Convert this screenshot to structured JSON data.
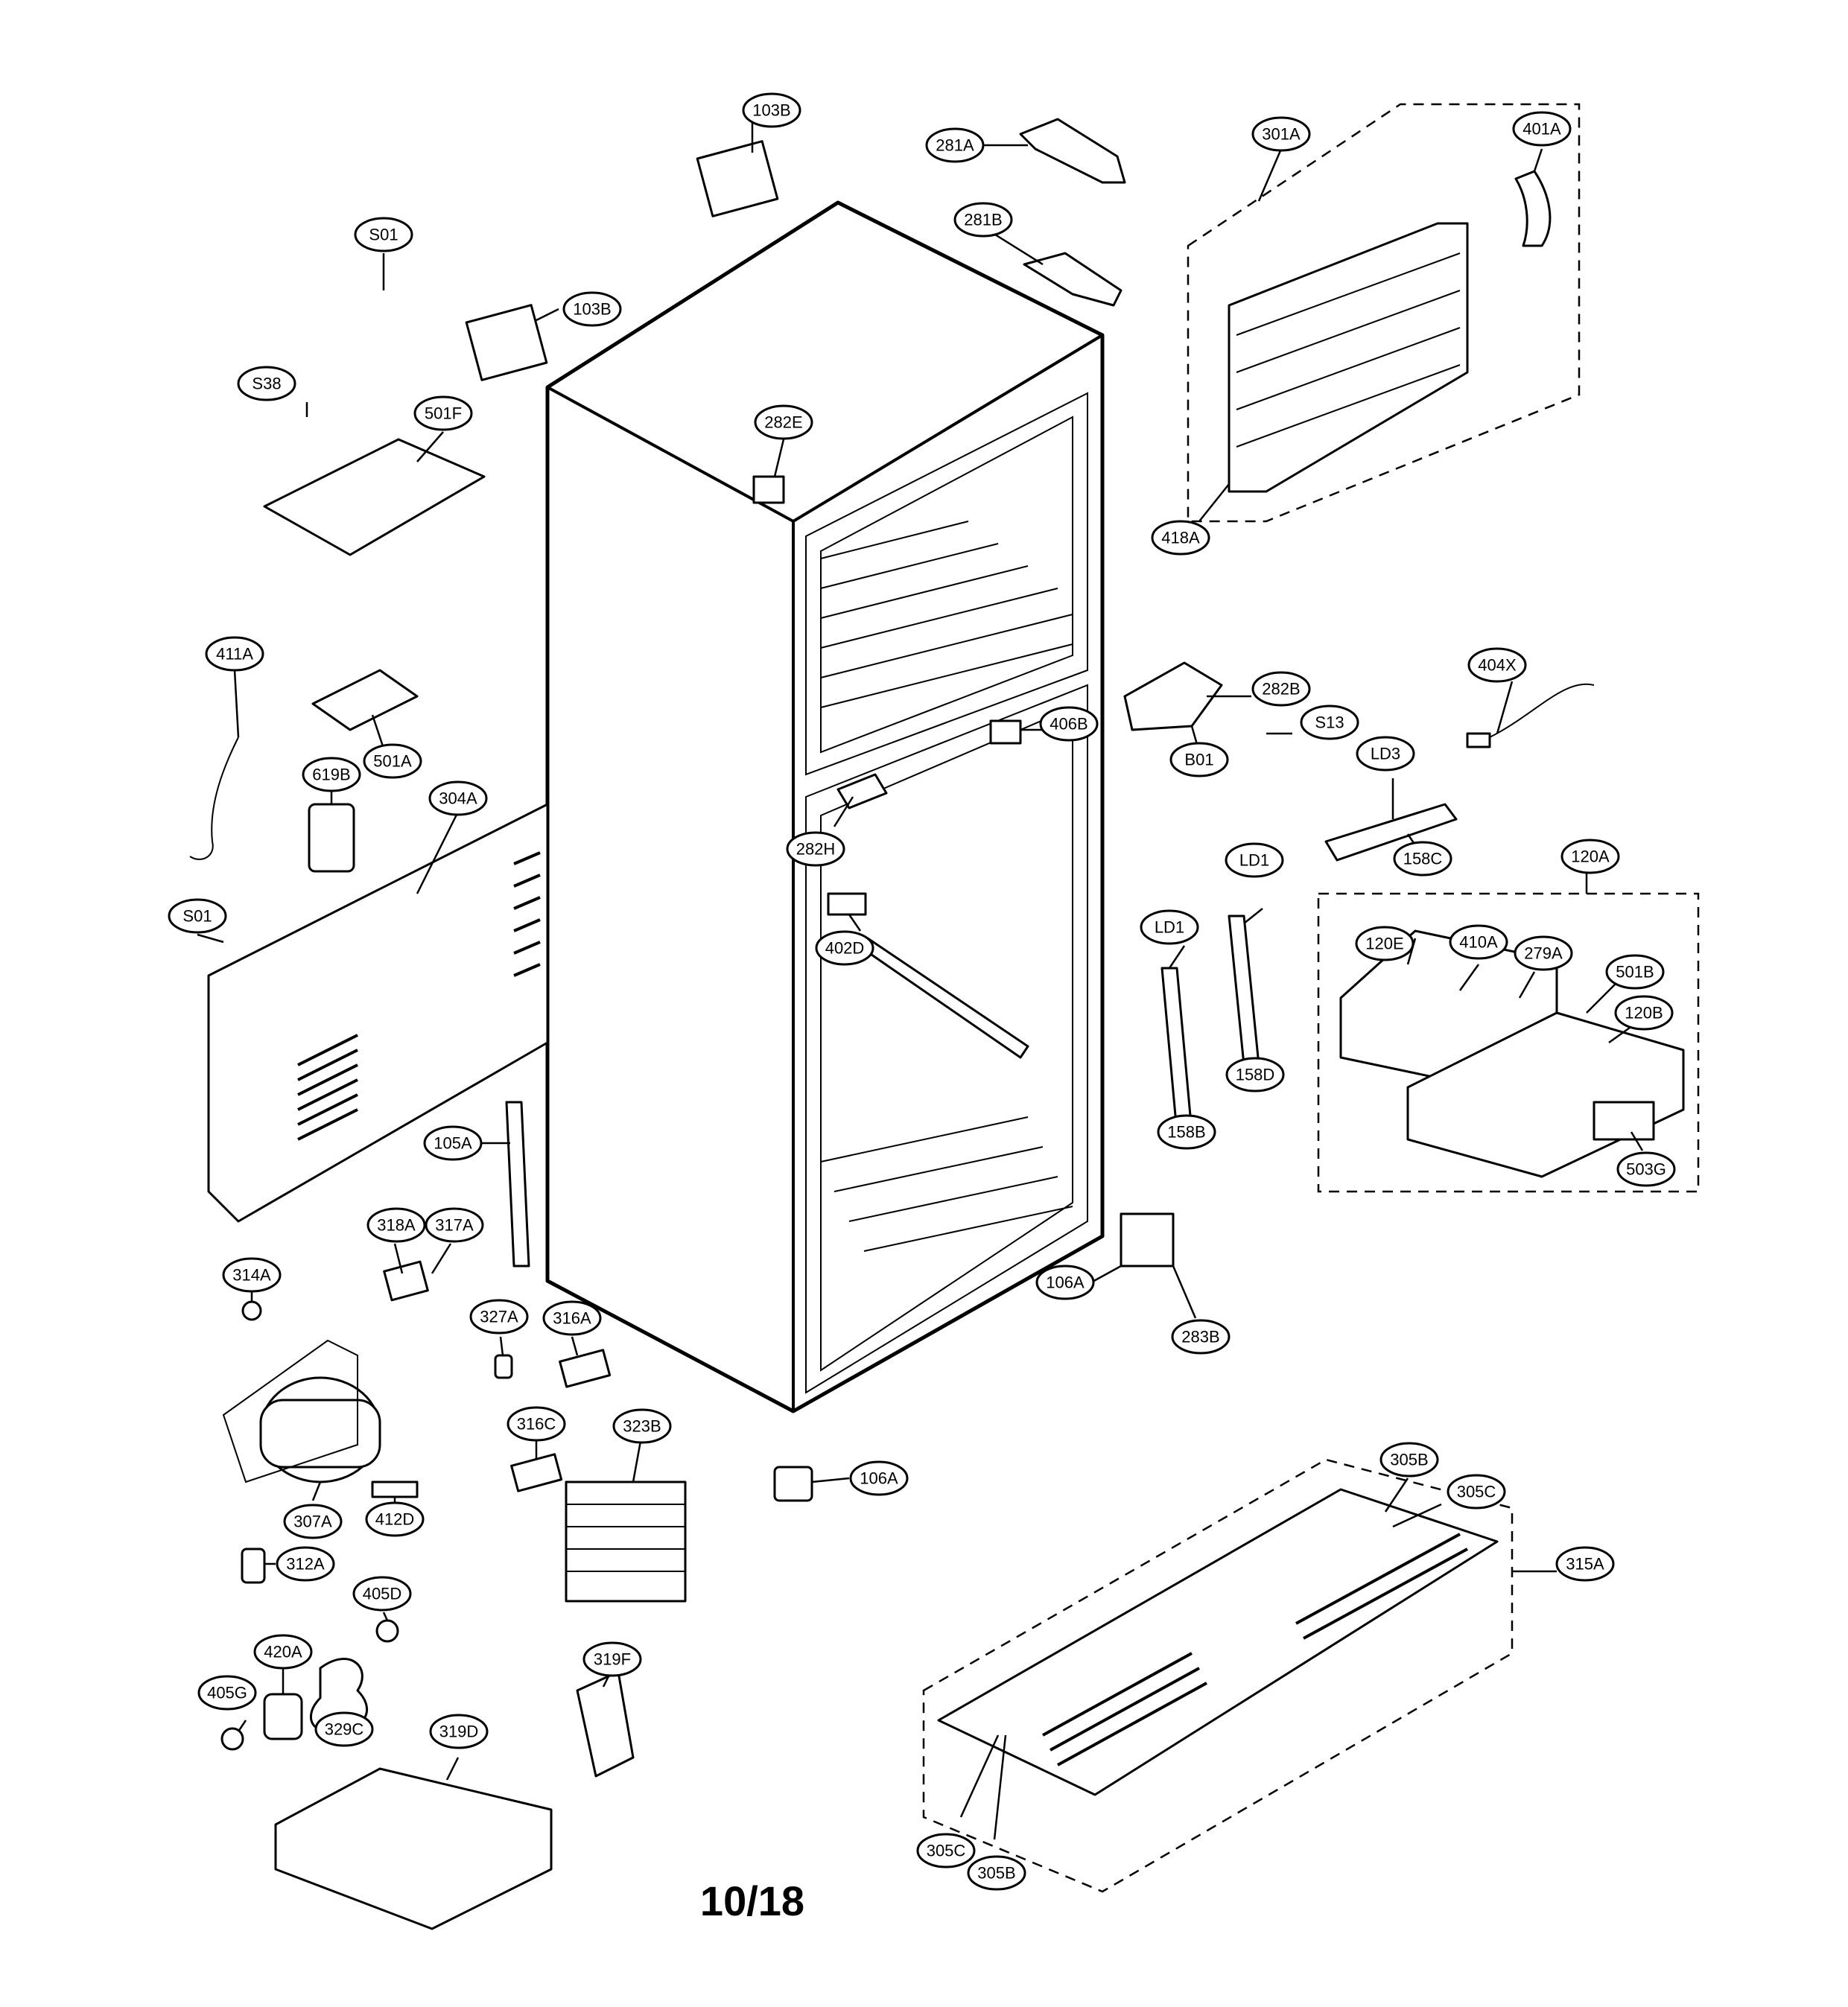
{
  "page_number": "10/18",
  "callouts": [
    {
      "id": "103B",
      "text": "103B"
    },
    {
      "id": "103B-2",
      "text": "103B"
    },
    {
      "id": "S01",
      "text": "S01"
    },
    {
      "id": "S38",
      "text": "S38"
    },
    {
      "id": "501F",
      "text": "501F"
    },
    {
      "id": "281A",
      "text": "281A"
    },
    {
      "id": "281B",
      "text": "281B"
    },
    {
      "id": "301A",
      "text": "301A"
    },
    {
      "id": "401A",
      "text": "401A"
    },
    {
      "id": "418A",
      "text": "418A"
    },
    {
      "id": "282E",
      "text": "282E"
    },
    {
      "id": "411A",
      "text": "411A"
    },
    {
      "id": "501A",
      "text": "501A"
    },
    {
      "id": "619B",
      "text": "619B"
    },
    {
      "id": "304A",
      "text": "304A"
    },
    {
      "id": "S01-2",
      "text": "S01"
    },
    {
      "id": "406B",
      "text": "406B"
    },
    {
      "id": "282B",
      "text": "282B"
    },
    {
      "id": "S13",
      "text": "S13"
    },
    {
      "id": "B01",
      "text": "B01"
    },
    {
      "id": "404X",
      "text": "404X"
    },
    {
      "id": "LD3",
      "text": "LD3"
    },
    {
      "id": "158C",
      "text": "158C"
    },
    {
      "id": "282H",
      "text": "282H"
    },
    {
      "id": "402D",
      "text": "402D"
    },
    {
      "id": "LD1",
      "text": "LD1"
    },
    {
      "id": "LD1-2",
      "text": "LD1"
    },
    {
      "id": "158D",
      "text": "158D"
    },
    {
      "id": "158B",
      "text": "158B"
    },
    {
      "id": "120A",
      "text": "120A"
    },
    {
      "id": "120E",
      "text": "120E"
    },
    {
      "id": "410A",
      "text": "410A"
    },
    {
      "id": "279A",
      "text": "279A"
    },
    {
      "id": "501B",
      "text": "501B"
    },
    {
      "id": "120B",
      "text": "120B"
    },
    {
      "id": "503G",
      "text": "503G"
    },
    {
      "id": "105A",
      "text": "105A"
    },
    {
      "id": "318A",
      "text": "318A"
    },
    {
      "id": "317A",
      "text": "317A"
    },
    {
      "id": "314A",
      "text": "314A"
    },
    {
      "id": "327A",
      "text": "327A"
    },
    {
      "id": "316A",
      "text": "316A"
    },
    {
      "id": "106A",
      "text": "106A"
    },
    {
      "id": "283B",
      "text": "283B"
    },
    {
      "id": "316C",
      "text": "316C"
    },
    {
      "id": "323B",
      "text": "323B"
    },
    {
      "id": "106A-2",
      "text": "106A"
    },
    {
      "id": "307A",
      "text": "307A"
    },
    {
      "id": "412D",
      "text": "412D"
    },
    {
      "id": "312A",
      "text": "312A"
    },
    {
      "id": "405D",
      "text": "405D"
    },
    {
      "id": "420A",
      "text": "420A"
    },
    {
      "id": "405G",
      "text": "405G"
    },
    {
      "id": "329C",
      "text": "329C"
    },
    {
      "id": "319F",
      "text": "319F"
    },
    {
      "id": "319D",
      "text": "319D"
    },
    {
      "id": "305B",
      "text": "305B"
    },
    {
      "id": "305C",
      "text": "305C"
    },
    {
      "id": "315A",
      "text": "315A"
    },
    {
      "id": "305C-2",
      "text": "305C"
    },
    {
      "id": "305B-2",
      "text": "305B"
    }
  ]
}
